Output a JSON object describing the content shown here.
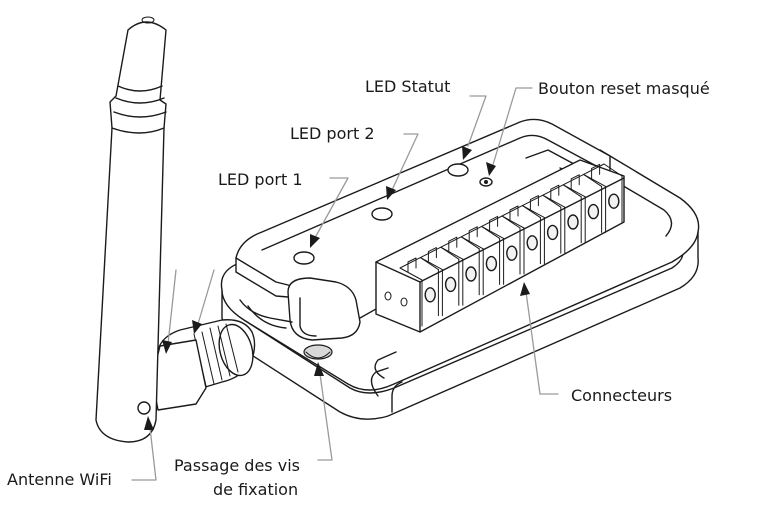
{
  "labels": {
    "led_statut": "LED Statut",
    "bouton_reset": "Bouton reset masqué",
    "led_port_2": "LED port 2",
    "led_port_1": "LED port 1",
    "connecteurs": "Connecteurs",
    "antenne_wifi": "Antenne WiFi",
    "passage_line1": "Passage des vis",
    "passage_line2": "de fixation"
  },
  "colors": {
    "line": "#1b1b1b",
    "leader": "#9a9a9a",
    "text": "#1a1a1a",
    "background": "#ffffff"
  }
}
